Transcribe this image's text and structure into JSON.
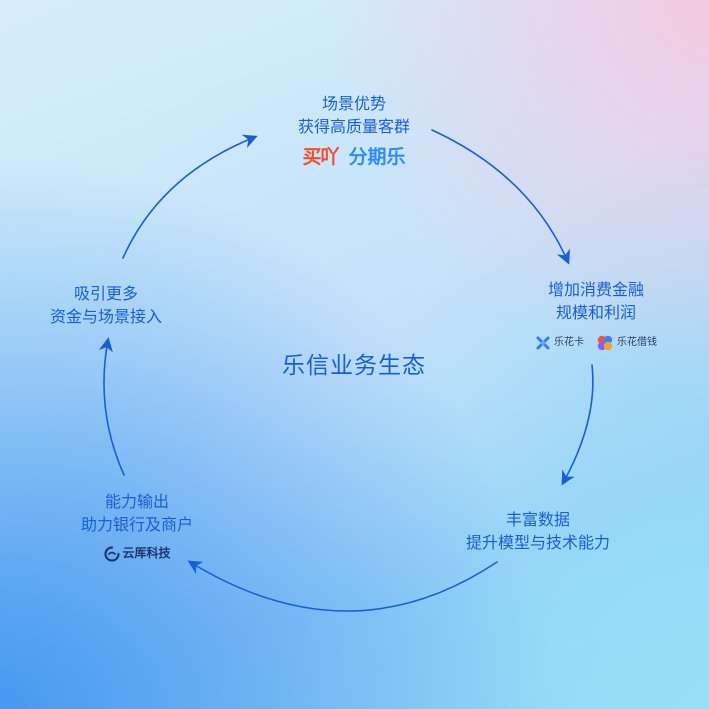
{
  "center_title": "乐信业务生态",
  "nodes": {
    "top": {
      "line1": "场景优势",
      "line2": "获得高质量客群",
      "brands": [
        "买吖",
        "分期乐"
      ]
    },
    "right": {
      "line1": "增加消费金融",
      "line2": "规模和利润",
      "brands": [
        "乐花卡",
        "乐花借钱"
      ]
    },
    "bottom_right": {
      "line1": "丰富数据",
      "line2": "提升模型与技术能力"
    },
    "bottom_left": {
      "line1": "能力输出",
      "line2": "助力银行及商户",
      "brands": [
        "云厍科技"
      ]
    },
    "left": {
      "line1": "吸引更多",
      "line2": "资金与场景接入"
    }
  },
  "colors": {
    "text": "#1a5fd0",
    "arrow": "#1a5fd0",
    "brand_red": "#f0512d",
    "brand_blue": "#2f8ff0"
  },
  "icons": [
    "lehua-card-icon",
    "lehua-jieqian-icon",
    "yunmo-logo-icon"
  ]
}
